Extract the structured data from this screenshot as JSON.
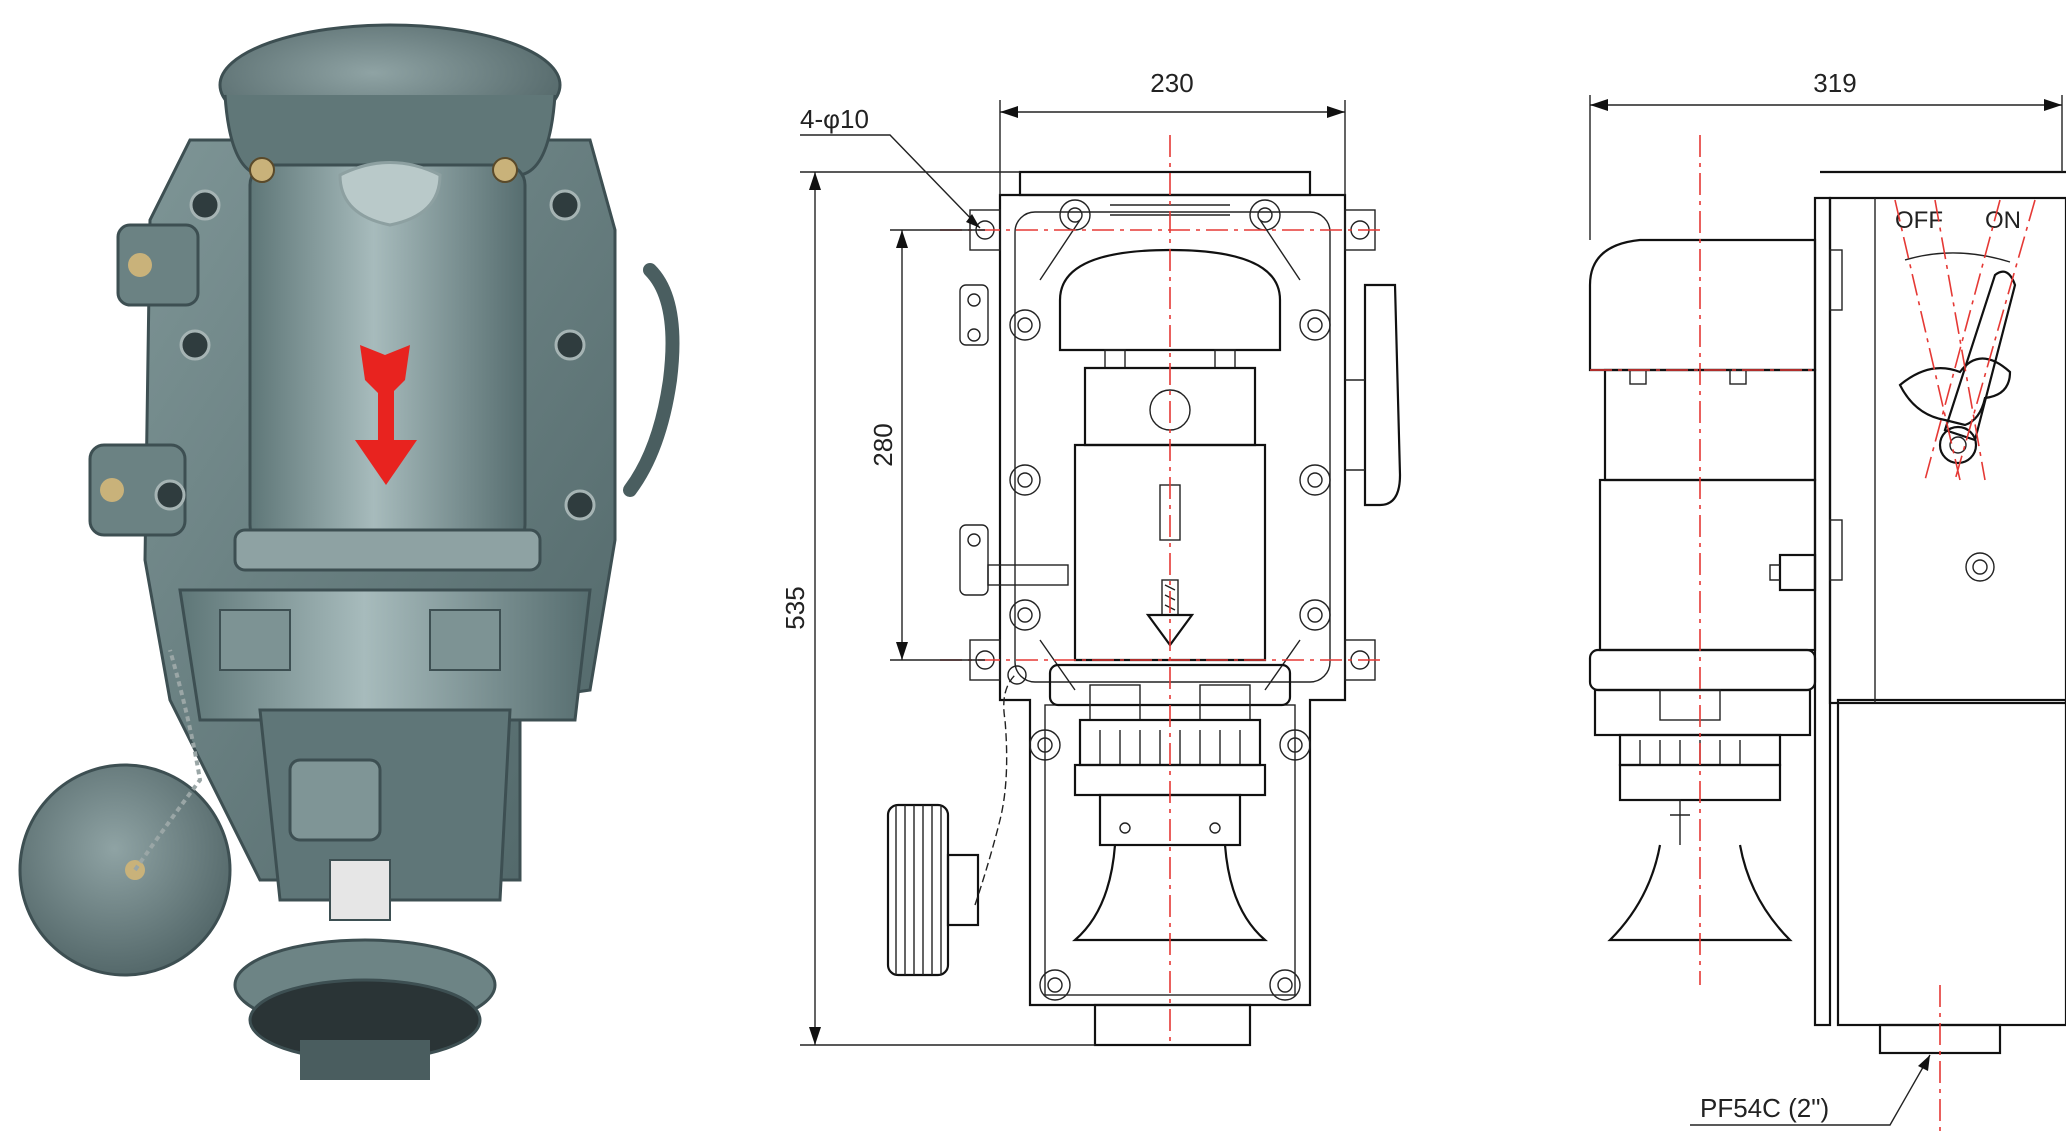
{
  "colors": {
    "body": "#6f8788",
    "body_light": "#9fb3b4",
    "body_dark": "#3d4f52",
    "arrow": "#e8231f",
    "centerline": "#e53935",
    "line": "#111111"
  },
  "photo": {
    "icon": "product-photo"
  },
  "front_view": {
    "width_dim": "230",
    "hole_note": "4-φ10",
    "hole_spacing_dim": "280",
    "height_dim": "535"
  },
  "side_view": {
    "depth_dim": "319",
    "switch_off": "OFF",
    "switch_on": "ON",
    "thread_note": "PF54C (2\")"
  }
}
